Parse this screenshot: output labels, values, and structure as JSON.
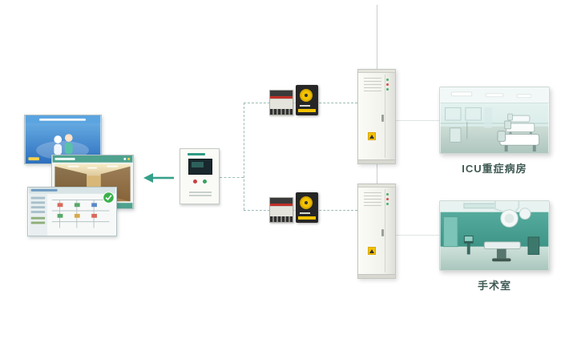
{
  "diagram": {
    "arrow_direction": "left",
    "rooms": [
      {
        "id": "icu",
        "label": "ICU重症病房"
      },
      {
        "id": "operating-room",
        "label": "手术室"
      }
    ],
    "colors": {
      "accent_teal": "#35a08a",
      "dashed_connector": "#9cbcb6",
      "cabinet_body": "#f5f5ef",
      "warning_yellow": "#f2c200",
      "label_text": "#3f5a54",
      "photo_teal": "#4aa99b",
      "splash_blue": "#3d7cc8"
    }
  }
}
